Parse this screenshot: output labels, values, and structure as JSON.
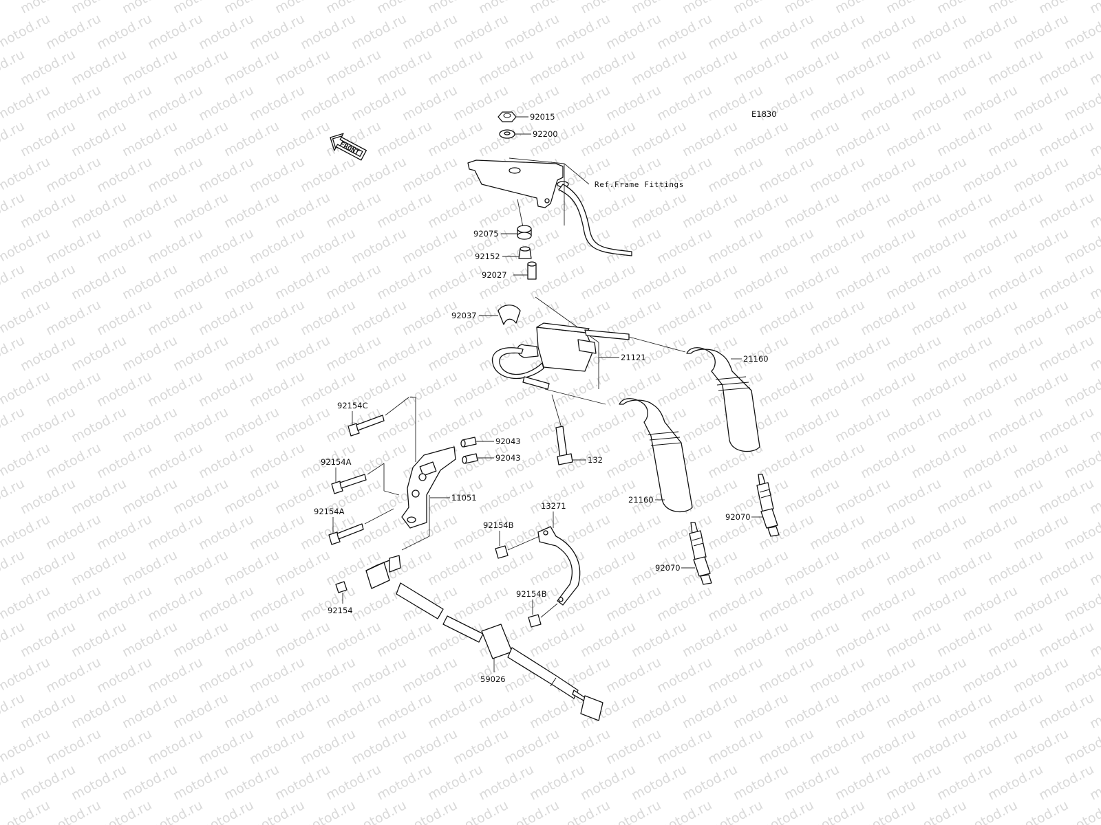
{
  "watermark": "motod.ru",
  "diagram_code": "E1830",
  "front_arrow": "FRONT",
  "ref_note": "Ref.Frame Fittings",
  "parts": {
    "p92015": "92015",
    "p92200": "92200",
    "p92075": "92075",
    "p92152": "92152",
    "p92027": "92027",
    "p92037": "92037",
    "p21121": "21121",
    "p21160a": "21160",
    "p21160b": "21160",
    "p92154c": "92154C",
    "p92043a": "92043",
    "p92043b": "92043",
    "p92154a1": "92154A",
    "p92154a2": "92154A",
    "p11051": "11051",
    "p132": "132",
    "p13271": "13271",
    "p92154b1": "92154B",
    "p92154b2": "92154B",
    "p92070a": "92070",
    "p92070b": "92070",
    "p92154": "92154",
    "p59026": "59026"
  }
}
